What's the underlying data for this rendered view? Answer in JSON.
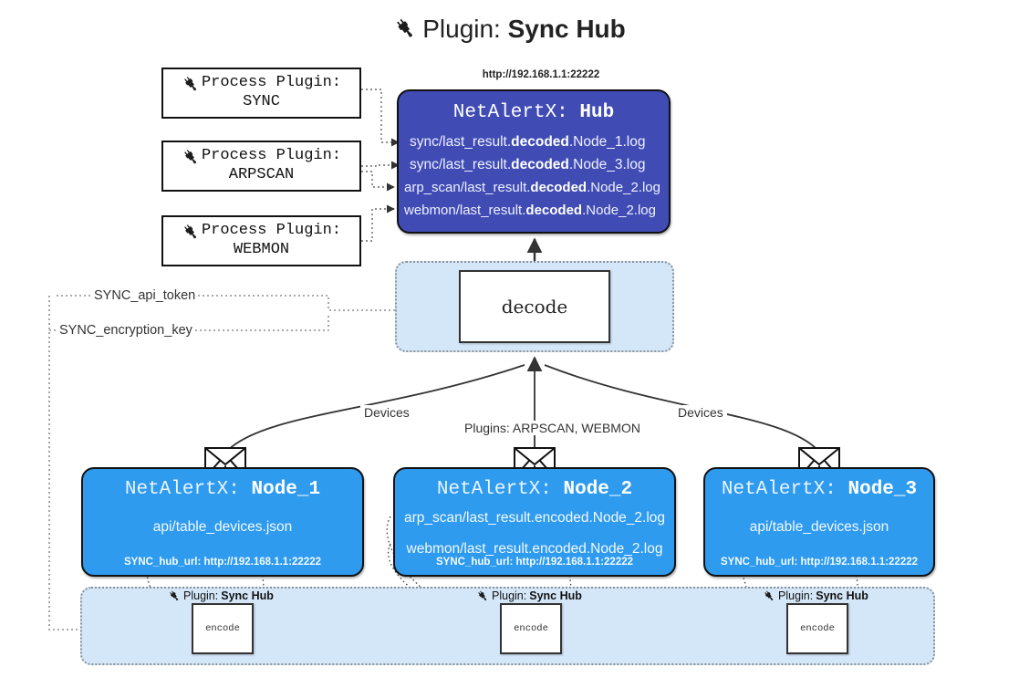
{
  "title": {
    "icon": "plug-icon",
    "prefix": "Plugin:",
    "name": "Sync Hub"
  },
  "process_plugins": [
    {
      "icon": "plug-icon",
      "line1": "Process Plugin:",
      "line2": "SYNC"
    },
    {
      "icon": "plug-icon",
      "line1": "Process Plugin:",
      "line2": "ARPSCAN"
    },
    {
      "icon": "plug-icon",
      "line1": "Process Plugin:",
      "line2": "WEBMON"
    }
  ],
  "hub": {
    "url": "http://192.168.1.1:22222",
    "title_prefix": "NetAlertX:",
    "title_name": "Hub",
    "color": "#404CB4",
    "lines": [
      {
        "pre": "sync/last_result.",
        "bold": "decoded",
        "post": ".Node_1.log"
      },
      {
        "pre": "sync/last_result.",
        "bold": "decoded",
        "post": ".Node_3.log"
      },
      {
        "pre": "arp_scan/last_result.",
        "bold": "decoded",
        "post": ".Node_2.log"
      },
      {
        "pre": "webmon/last_result.",
        "bold": "decoded",
        "post": ".Node_2.log"
      }
    ]
  },
  "decode": {
    "label": "decode",
    "container_color": "#D4E7F8"
  },
  "tokens": {
    "api_token": "SYNC_api_token",
    "encryption_key": "SYNC_encryption_key"
  },
  "edges": {
    "devices_left": "Devices",
    "devices_right": "Devices",
    "plugins": "Plugins: ARPSCAN, WEBMON"
  },
  "nodes": [
    {
      "title_prefix": "NetAlertX:",
      "title_name": "Node_1",
      "color": "#2E9BEF",
      "icon": "envelope-icon",
      "lines": [
        "api/table_devices.json"
      ],
      "url_label": "SYNC_hub_url: http://192.168.1.1:22222"
    },
    {
      "title_prefix": "NetAlertX:",
      "title_name": "Node_2",
      "color": "#2E9BEF",
      "icon": "envelope-icon",
      "lines": [
        "arp_scan/last_result.encoded.Node_2.log",
        "webmon/last_result.encoded.Node_2.log"
      ],
      "url_label": "SYNC_hub_url: http://192.168.1.1:22222"
    },
    {
      "title_prefix": "NetAlertX:",
      "title_name": "Node_3",
      "color": "#2E9BEF",
      "icon": "envelope-icon",
      "lines": [
        "api/table_devices.json"
      ],
      "url_label": "SYNC_hub_url: http://192.168.1.1:22222"
    }
  ],
  "encoders": [
    {
      "caption_prefix": "Plugin:",
      "caption_name": "Sync Hub",
      "label": "encode",
      "icon": "plug-icon"
    },
    {
      "caption_prefix": "Plugin:",
      "caption_name": "Sync Hub",
      "label": "encode",
      "icon": "plug-icon"
    },
    {
      "caption_prefix": "Plugin:",
      "caption_name": "Sync Hub",
      "label": "encode",
      "icon": "plug-icon"
    }
  ]
}
